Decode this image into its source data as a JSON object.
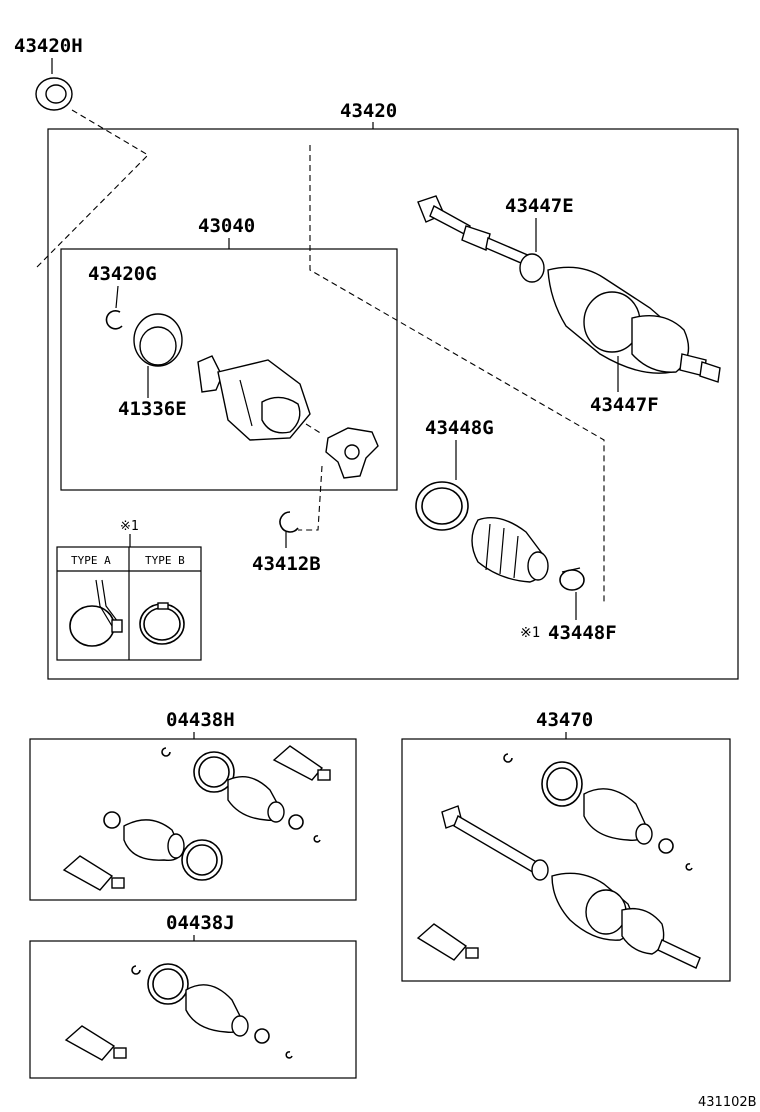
{
  "labels": {
    "p43420H": "43420H",
    "p43420": "43420",
    "p43040": "43040",
    "p43420G": "43420G",
    "p41336E": "41336E",
    "p43447E": "43447E",
    "p43447F": "43447F",
    "p43448G": "43448G",
    "p43412B": "43412B",
    "p43448F": "43448F",
    "p04438H": "04438H",
    "p04438J": "04438J",
    "p43470": "43470"
  },
  "notes": {
    "mark": "※1",
    "mark_43448F": "※1",
    "type_a": "TYPE A",
    "type_b": "TYPE B"
  },
  "diagram_ref": "431102B"
}
